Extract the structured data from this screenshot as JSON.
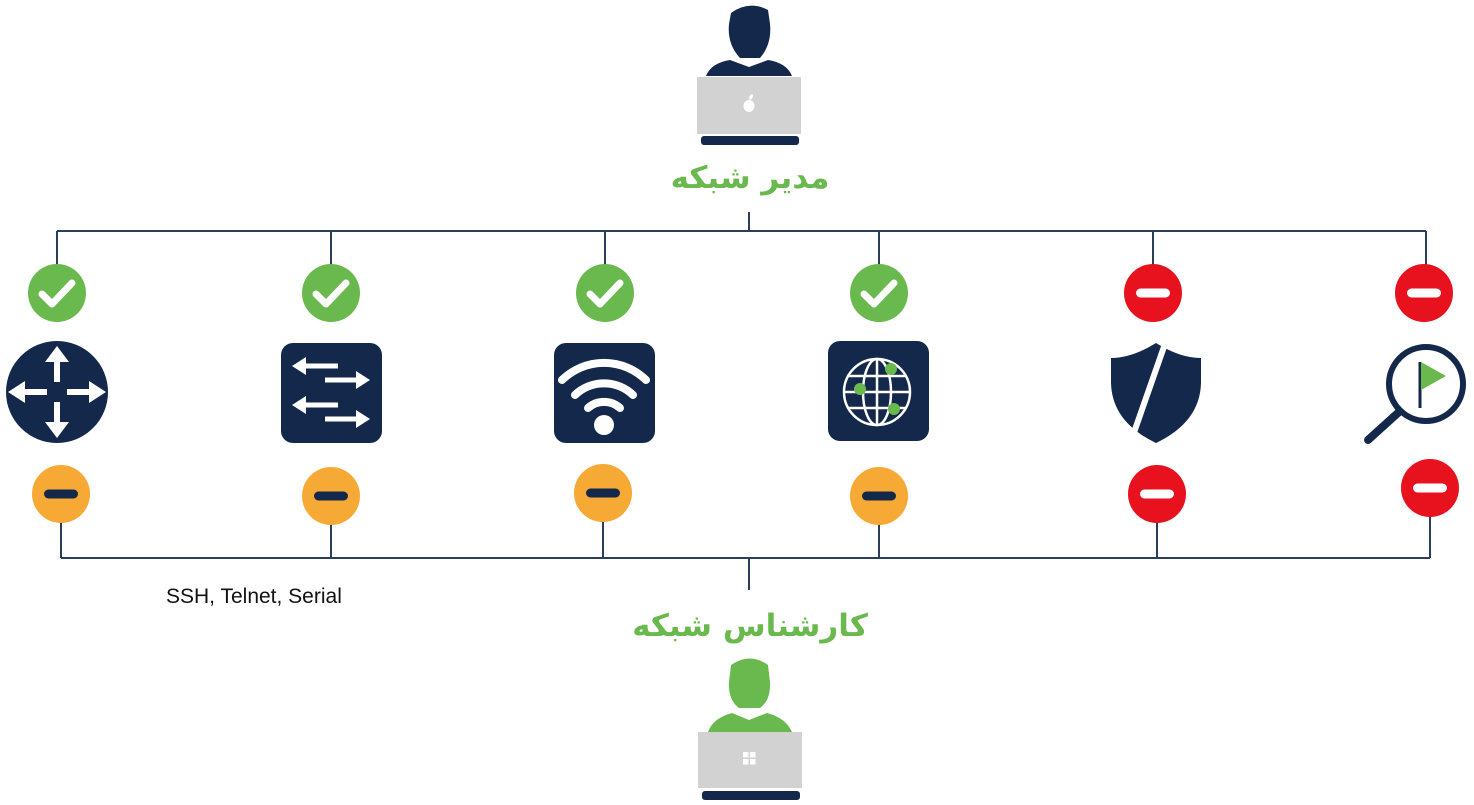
{
  "admin": {
    "label": "مدیر شبکه",
    "laptop_logo": "apple-icon"
  },
  "engineer": {
    "label": "کارشناس شبکه",
    "laptop_logo": "windows-icon"
  },
  "protocol_note": "SSH, Telnet, Serial",
  "devices": [
    {
      "icon": "router-icon",
      "admin_access": "allowed",
      "engineer_access": "limited"
    },
    {
      "icon": "switch-icon",
      "admin_access": "allowed",
      "engineer_access": "limited"
    },
    {
      "icon": "wifi-icon",
      "admin_access": "allowed",
      "engineer_access": "limited"
    },
    {
      "icon": "globe-network-icon",
      "admin_access": "allowed",
      "engineer_access": "limited"
    },
    {
      "icon": "shield-icon",
      "admin_access": "denied",
      "engineer_access": "denied"
    },
    {
      "icon": "magnifier-flag-icon",
      "admin_access": "denied",
      "engineer_access": "denied"
    }
  ],
  "colors": {
    "navy": "#13284b",
    "green": "#6ab94e",
    "orange": "#f6a935",
    "red": "#e8111e",
    "laptop_gray": "#d2d2d2",
    "line": "#2b3f5c"
  }
}
